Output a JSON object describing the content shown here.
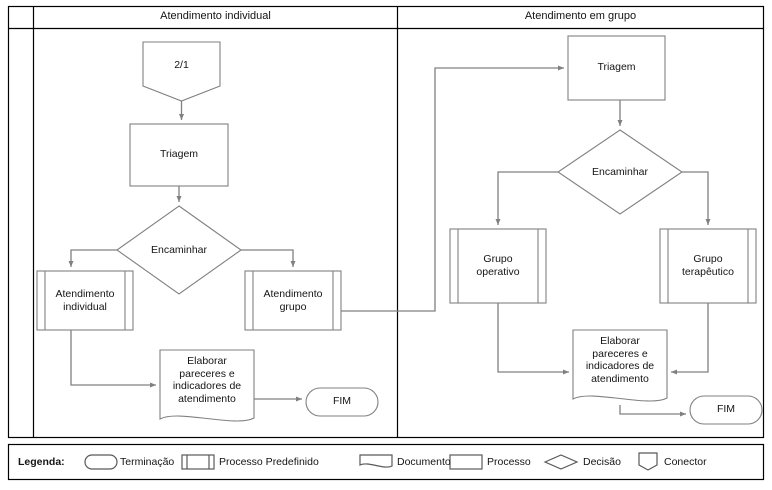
{
  "diagram": {
    "columns": [
      {
        "header": "Atendimento individual"
      },
      {
        "header": "Atendimento em grupo"
      }
    ],
    "left_panel": {
      "connector": "2/1",
      "triagem": "Triagem",
      "decision": "Encaminhar",
      "predefined_left": "Atendimento\nindividual",
      "predefined_right": "Atendimento\ngrupo",
      "document": "Elaborar\npareceres e\nindicadores de\natendimento",
      "terminator": "FIM"
    },
    "right_panel": {
      "triagem": "Triagem",
      "decision": "Encaminhar",
      "predefined_left": "Grupo\noperativo",
      "predefined_right": "Grupo\nterapêutico",
      "document": "Elaborar\npareceres e\nindicadores de\natendimento",
      "terminator": "FIM"
    }
  },
  "legend": {
    "title": "Legenda:",
    "items": [
      {
        "shape": "terminator-icon",
        "label": "Terminação"
      },
      {
        "shape": "predefined-process-icon",
        "label": "Processo Predefinido"
      },
      {
        "shape": "document-icon",
        "label": "Documento"
      },
      {
        "shape": "process-icon",
        "label": "Processo"
      },
      {
        "shape": "decision-icon",
        "label": "Decisão"
      },
      {
        "shape": "connector-icon",
        "label": "Conector"
      }
    ]
  },
  "colors": {
    "frame": "#000000",
    "shape_stroke": "#808080",
    "connector_line": "#808080",
    "text": "#141414",
    "background": "#ffffff"
  }
}
